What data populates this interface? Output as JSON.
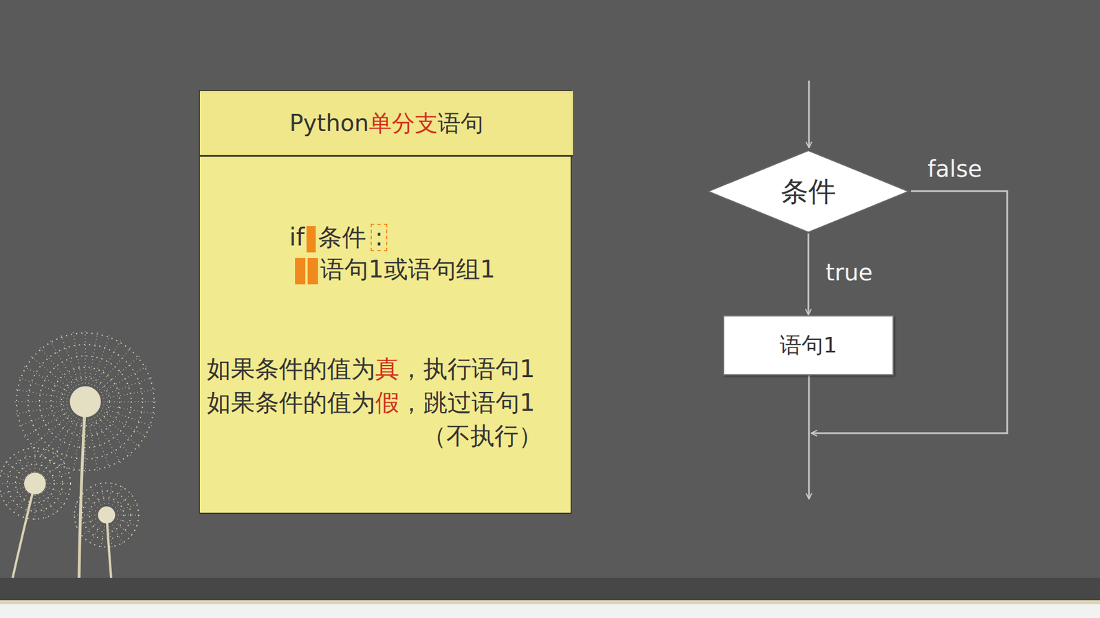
{
  "diagram": {
    "nodes": [
      {
        "text": [
          "if",
          "条件",
          ":",
          "语句1或语句组1",
          "如果条件的值为",
          "真",
          "，执行语句1",
          "如果条件的值为",
          "假",
          "，跳过语句1",
          "（不执行）"
        ]
      },
      {
        "text": [
          "Python",
          "单分支",
          "语句"
        ],
        "in": 0
      },
      {
        "text": [
          "条件"
        ]
      },
      {
        "text": [
          "语句1"
        ]
      }
    ],
    "edges": [
      {
        "from": 2,
        "to": 3,
        "arrow": "to",
        "label": "true"
      }
    ],
    "labels": [
      "false"
    ]
  }
}
